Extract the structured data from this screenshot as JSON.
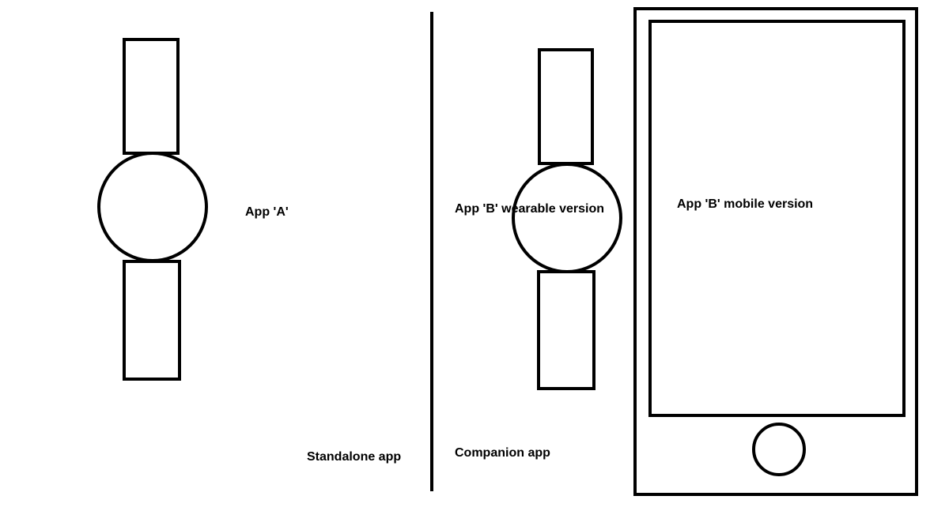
{
  "labels": {
    "app_a": "App 'A'",
    "standalone": "Standalone app",
    "companion": "Companion app",
    "app_b_wearable": "App 'B' wearable version",
    "app_b_mobile": "App 'B' mobile version"
  },
  "colors": {
    "stroke": "#000000",
    "background": "#ffffff"
  }
}
